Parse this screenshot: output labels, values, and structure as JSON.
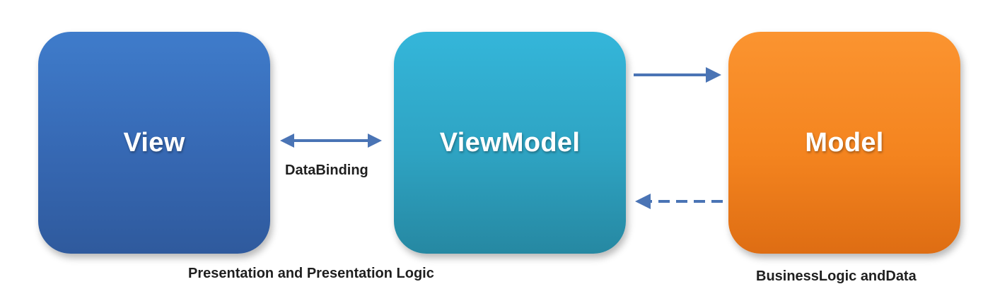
{
  "boxes": {
    "view": "View",
    "viewmodel": "ViewModel",
    "model": "Model"
  },
  "captions": {
    "databinding": "DataBinding",
    "presentation": "Presentation and Presentation Logic",
    "business": "BusinessLogic andData"
  },
  "colors": {
    "view": "#3668b3",
    "viewmodel": "#2ea3c2",
    "model": "#f4841f",
    "arrow": "#4a74b5"
  }
}
